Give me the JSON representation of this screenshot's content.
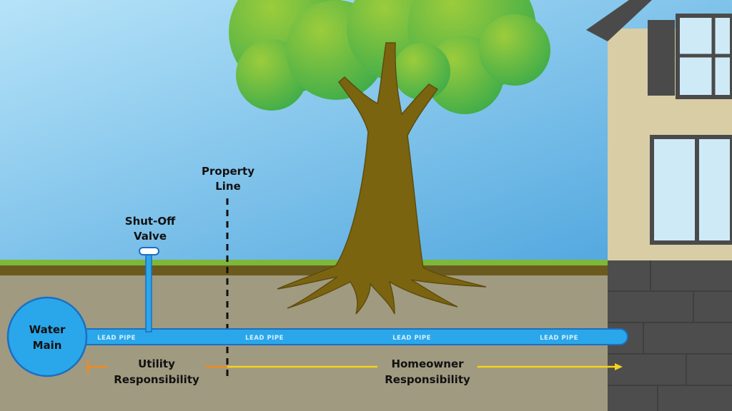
{
  "labels": {
    "water_main_line1": "Water",
    "water_main_line2": "Main",
    "shutoff_line1": "Shut-Off",
    "shutoff_line2": "Valve",
    "property_line1": "Property",
    "property_line2": "Line",
    "utility_line1": "Utility",
    "utility_line2": "Responsibility",
    "homeowner_line1": "Homeowner",
    "homeowner_line2": "Responsibility"
  },
  "pipe_labels": [
    "LEAD PIPE",
    "LEAD PIPE",
    "LEAD PIPE",
    "LEAD PIPE"
  ],
  "colors": {
    "sky_top": "#a9dcf5",
    "sky_bottom": "#5aaee0",
    "grass": "#7db83a",
    "topsoil": "#6b5a1e",
    "ground": "#a09a80",
    "pipe": "#2aa7ea",
    "pipe_outline": "#1b6fc2",
    "tree_trunk": "#7a6410",
    "foliage_light": "#8cc63f",
    "foliage_dark": "#3aab4a",
    "house_wall": "#d8cda5",
    "house_trim": "#4a4a4a",
    "foundation": "#4d4d4d",
    "utility_arrow": "#f08a1e",
    "homeowner_arrow": "#f5d31a"
  }
}
